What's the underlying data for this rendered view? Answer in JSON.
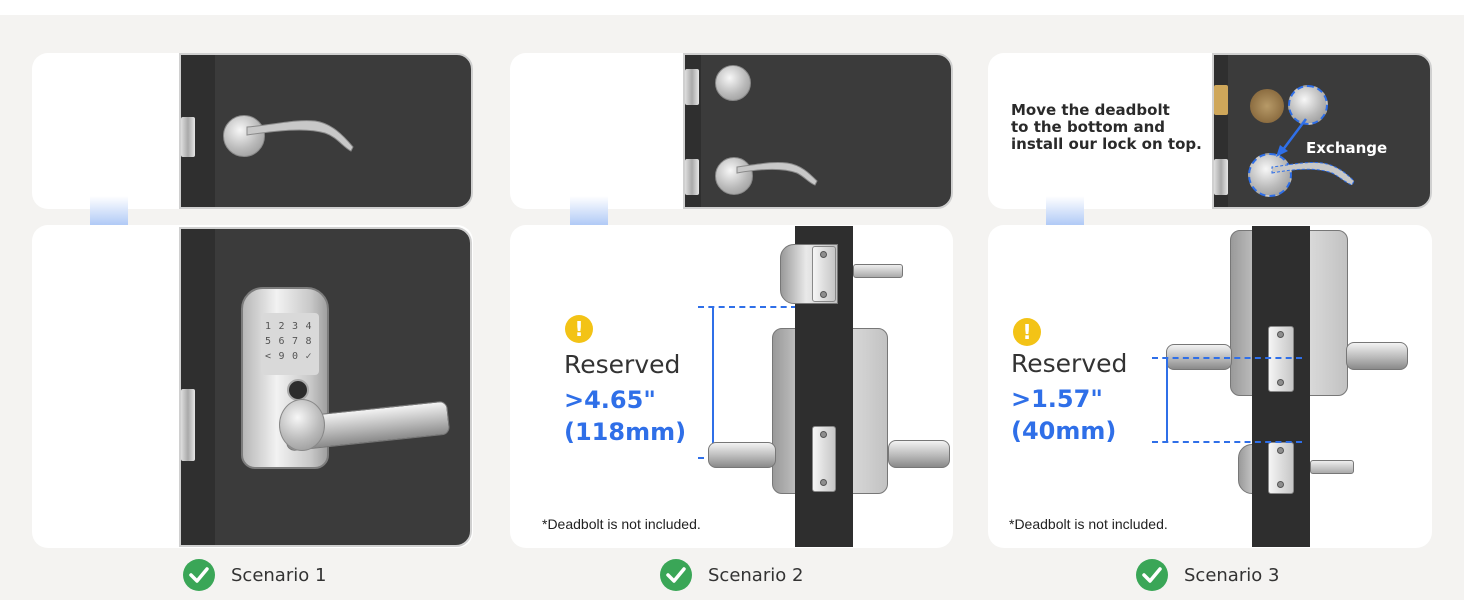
{
  "colors": {
    "accent_blue": "#2f6fe8",
    "check_green": "#3aa657",
    "warning_yellow": "#f3c316",
    "door_dark": "#3b3b3b"
  },
  "scenarios": [
    {
      "label": "Scenario 1"
    },
    {
      "label": "Scenario 2",
      "reserved_label": "Reserved",
      "measure_in": ">4.65\"",
      "measure_mm": "(118mm)",
      "note": "*Deadbolt is not included."
    },
    {
      "label": "Scenario 3",
      "instruction_line1": "Move the deadbolt",
      "instruction_line2": "to the bottom and",
      "instruction_line3": "install our lock on top.",
      "exchange_label": "Exchange",
      "reserved_label": "Reserved",
      "measure_in": ">1.57\"",
      "measure_mm": "(40mm)",
      "note": "*Deadbolt is not included."
    }
  ],
  "keypad_digits": [
    "1",
    "2",
    "3",
    "4",
    "5",
    "6",
    "7",
    "8",
    "<",
    "9",
    "0",
    "✓"
  ],
  "icons": {
    "down_arrow": "down-arrow-icon",
    "check": "check-circle-icon",
    "warning": "warning-icon"
  }
}
